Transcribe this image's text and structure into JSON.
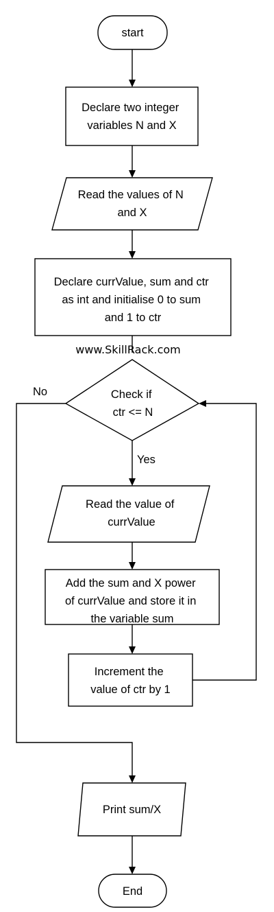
{
  "flowchart": {
    "start": "start",
    "declare_nx": [
      "Declare two integer",
      "variables N and X"
    ],
    "read_nx": [
      "Read the values of N",
      "and X"
    ],
    "declare_vars": [
      "Declare currValue, sum and ctr",
      "as int and initialise 0 to sum",
      "and 1 to ctr"
    ],
    "watermark": "www.SkillRack.com",
    "condition": [
      "Check if",
      "ctr <= N"
    ],
    "no_label": "No",
    "yes_label": "Yes",
    "read_curr": [
      "Read the value of",
      "currValue"
    ],
    "add_sum": [
      "Add the sum and X power",
      "of currValue and store it in",
      "the variable sum"
    ],
    "increment": [
      "Increment the",
      "value of ctr by 1"
    ],
    "print": "Print sum/X",
    "end": "End"
  },
  "colors": {
    "stroke": "#000000",
    "fill": "#ffffff",
    "text": "#000000"
  }
}
